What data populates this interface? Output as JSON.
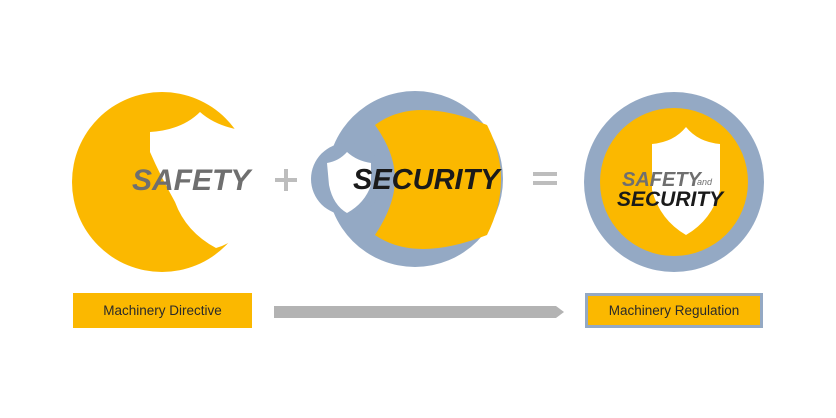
{
  "colors": {
    "yellow": "#FBB800",
    "blue_gray": "#94A9C4",
    "text_gray": "#6f6f6f",
    "text_dark": "#1a1a1a",
    "arrow_gray": "#B3B3B3",
    "operator_gray": "#BDBDBD"
  },
  "safety_circle": {
    "word": "SAFETY"
  },
  "operator_plus": "+",
  "security_circle": {
    "word": "SECURITY"
  },
  "operator_equals": "=",
  "combined_circle": {
    "word_top": "SAFETY",
    "conjunction": "and",
    "word_bottom": "SECURITY"
  },
  "labels": {
    "left": "Machinery Directive",
    "right": "Machinery Regulation"
  }
}
